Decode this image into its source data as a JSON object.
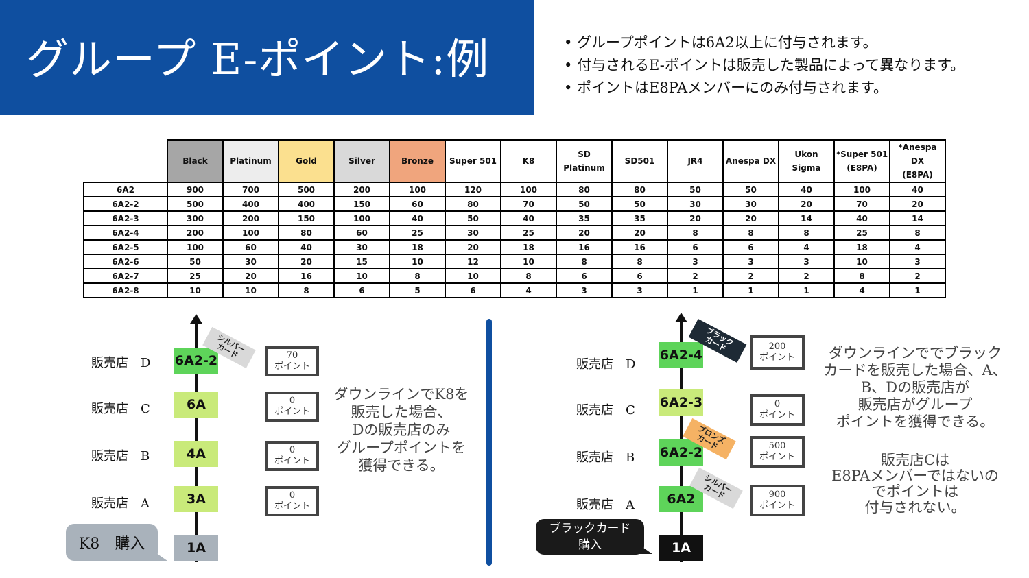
{
  "title": "グループ E-ポイント:例",
  "bullets": [
    "グループポイントは6A2以上に付与されます。",
    "付与されるE-ポイントは販売した製品によって異なります。",
    "ポイントはE8PAメンバーにのみ付与されます。"
  ],
  "table": {
    "headers": [
      {
        "l1": "Black",
        "l2": ""
      },
      {
        "l1": "Platinum",
        "l2": ""
      },
      {
        "l1": "Gold",
        "l2": ""
      },
      {
        "l1": "Silver",
        "l2": ""
      },
      {
        "l1": "Bronze",
        "l2": ""
      },
      {
        "l1": "Super 501",
        "l2": ""
      },
      {
        "l1": "K8",
        "l2": ""
      },
      {
        "l1": "SD",
        "l2": "Platinum"
      },
      {
        "l1": "SD501",
        "l2": ""
      },
      {
        "l1": "JR4",
        "l2": ""
      },
      {
        "l1": "Anespa DX",
        "l2": ""
      },
      {
        "l1": "Ukon Sigma",
        "l2": ""
      },
      {
        "l1": "*Super 501",
        "l2": "(E8PA)"
      },
      {
        "l1": "*Anespa DX",
        "l2": "(E8PA)"
      }
    ],
    "rows": [
      {
        "label": "6A2",
        "values": [
          "900",
          "700",
          "500",
          "200",
          "100",
          "120",
          "100",
          "80",
          "80",
          "50",
          "50",
          "40",
          "100",
          "40"
        ]
      },
      {
        "label": "6A2-2",
        "values": [
          "500",
          "400",
          "400",
          "150",
          "60",
          "80",
          "70",
          "50",
          "50",
          "30",
          "30",
          "20",
          "70",
          "20"
        ]
      },
      {
        "label": "6A2-3",
        "values": [
          "300",
          "200",
          "150",
          "100",
          "40",
          "50",
          "40",
          "35",
          "35",
          "20",
          "20",
          "14",
          "40",
          "14"
        ]
      },
      {
        "label": "6A2-4",
        "values": [
          "200",
          "100",
          "80",
          "60",
          "25",
          "30",
          "25",
          "20",
          "20",
          "8",
          "8",
          "8",
          "25",
          "8"
        ]
      },
      {
        "label": "6A2-5",
        "values": [
          "100",
          "60",
          "40",
          "30",
          "18",
          "20",
          "18",
          "16",
          "16",
          "6",
          "6",
          "4",
          "18",
          "4"
        ]
      },
      {
        "label": "6A2-6",
        "values": [
          "50",
          "30",
          "20",
          "15",
          "10",
          "12",
          "10",
          "8",
          "8",
          "3",
          "3",
          "3",
          "10",
          "3"
        ]
      },
      {
        "label": "6A2-7",
        "values": [
          "25",
          "20",
          "16",
          "10",
          "8",
          "10",
          "8",
          "6",
          "6",
          "2",
          "2",
          "2",
          "8",
          "2"
        ]
      },
      {
        "label": "6A2-8",
        "values": [
          "10",
          "10",
          "8",
          "6",
          "5",
          "6",
          "4",
          "3",
          "3",
          "1",
          "1",
          "1",
          "4",
          "1"
        ]
      }
    ]
  },
  "left": {
    "stores": [
      {
        "name": "販売店",
        "letter": "D"
      },
      {
        "name": "販売店",
        "letter": "C"
      },
      {
        "name": "販売店",
        "letter": "B"
      },
      {
        "name": "販売店",
        "letter": "A"
      }
    ],
    "ranks": [
      "6A2-2",
      "6A",
      "4A",
      "3A",
      "1A"
    ],
    "points": [
      {
        "value": "70",
        "unit": "ポイント"
      },
      {
        "value": "0",
        "unit": "ポイント"
      },
      {
        "value": "0",
        "unit": "ポイント"
      },
      {
        "value": "0",
        "unit": "ポイント"
      }
    ],
    "tag": {
      "l1": "シルバー",
      "l2": "カード"
    },
    "bubble": "K8　購入",
    "description": [
      "ダウンラインでK8を",
      "販売した場合、",
      "Dの販売店のみ",
      "グループポイントを",
      "獲得できる。"
    ]
  },
  "right": {
    "stores": [
      {
        "name": "販売店",
        "letter": "D"
      },
      {
        "name": "販売店",
        "letter": "C"
      },
      {
        "name": "販売店",
        "letter": "B"
      },
      {
        "name": "販売店",
        "letter": "A"
      }
    ],
    "ranks": [
      "6A2-4",
      "6A2-3",
      "6A2-2",
      "6A2",
      "1A"
    ],
    "points": [
      {
        "value": "200",
        "unit": "ポイント"
      },
      {
        "value": "0",
        "unit": "ポイント"
      },
      {
        "value": "500",
        "unit": "ポイント"
      },
      {
        "value": "900",
        "unit": "ポイント"
      }
    ],
    "tags": [
      {
        "l1": "ブラック",
        "l2": "カード"
      },
      {
        "l1": "ブロンズ",
        "l2": "カード"
      },
      {
        "l1": "シルバー",
        "l2": "カード"
      }
    ],
    "bubble": {
      "l1": "ブラックカード",
      "l2": "購入"
    },
    "description1": [
      "ダウンラインででブラック",
      "カードを販売した場合、A、",
      "B、Dの販売店が",
      "販売店がグループ",
      "ポイントを獲得できる。"
    ],
    "description2": [
      "販売店Cは",
      "E8PAメンバーではないの",
      "でポイントは",
      "付与されない。"
    ]
  },
  "colors": {
    "brand_blue": "#0f4fa0",
    "black": "#a6a6a6",
    "platinum": "#ededed",
    "gold": "#fbe08f",
    "silver": "#d9d9d9",
    "bronze": "#f0a57d",
    "rank_green": "#5ed45a",
    "rank_lime": "#c9ea7a"
  }
}
